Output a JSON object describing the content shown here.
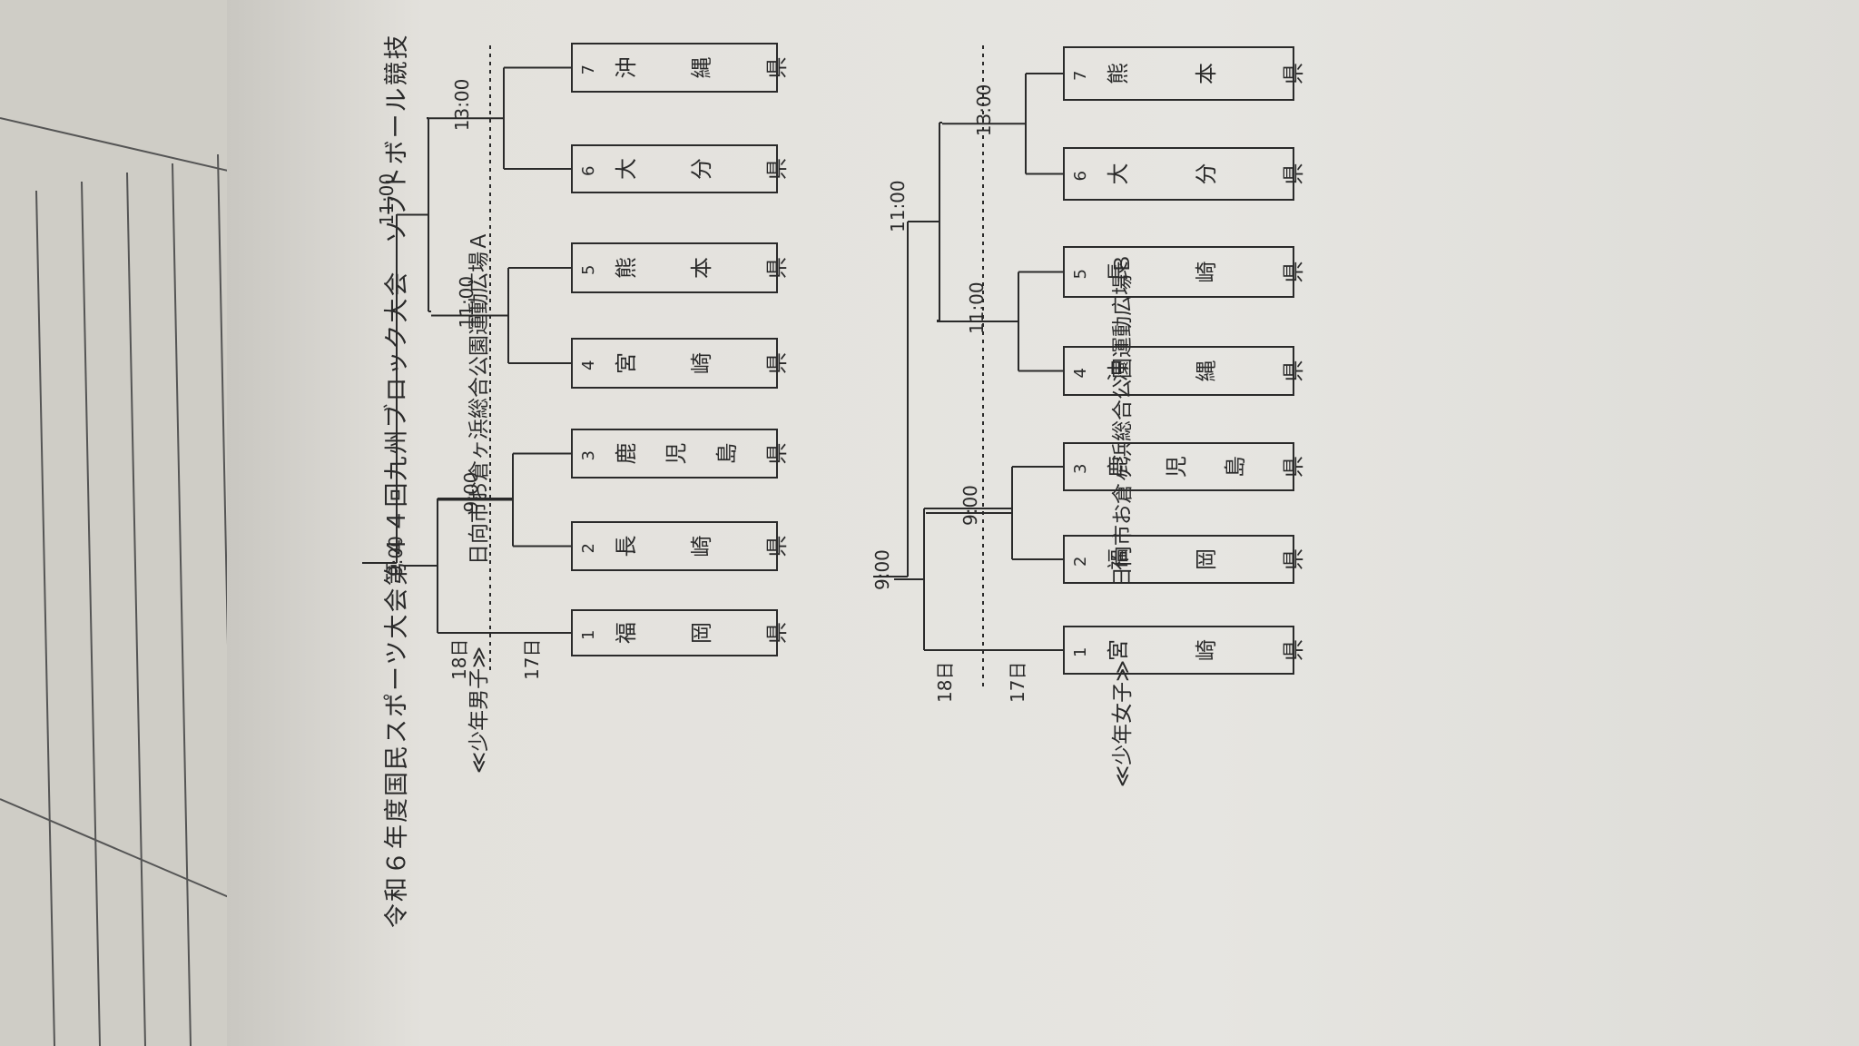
{
  "header": {
    "title": "令和６年度国民スポーツ大会第４４回九州ブロック大会　ソフトボール競技"
  },
  "brackets": [
    {
      "category": "≪少年男子≫",
      "venue": "日向市お倉ヶ浜総合公園運動広場Ａ",
      "day_final": "18日",
      "day_first": "17日",
      "times": {
        "r1a": "9:00",
        "r1b": "11:00",
        "r1c": "13:00",
        "semi_left": "9:00",
        "semi_right": "11:00"
      },
      "teams": [
        {
          "num": "1",
          "name": [
            "福",
            "岡",
            "県"
          ]
        },
        {
          "num": "2",
          "name": [
            "長",
            "崎",
            "県"
          ]
        },
        {
          "num": "3",
          "name": [
            "鹿",
            "児",
            "島",
            "県"
          ]
        },
        {
          "num": "4",
          "name": [
            "宮",
            "崎",
            "県"
          ]
        },
        {
          "num": "5",
          "name": [
            "熊",
            "本",
            "県"
          ]
        },
        {
          "num": "6",
          "name": [
            "大",
            "分",
            "県"
          ]
        },
        {
          "num": "7",
          "name": [
            "沖",
            "縄",
            "県"
          ]
        }
      ]
    },
    {
      "category": "≪少年女子≫",
      "venue": "日向市お倉ヶ浜総合公園運動広場Ｂ",
      "day_final": "18日",
      "day_first": "17日",
      "times": {
        "r1a": "9:00",
        "r1b": "11:00",
        "r1c": "13:00",
        "semi_left": "9:00",
        "semi_right": "11:00"
      },
      "teams": [
        {
          "num": "1",
          "name": [
            "宮",
            "崎",
            "県"
          ]
        },
        {
          "num": "2",
          "name": [
            "福",
            "岡",
            "県"
          ]
        },
        {
          "num": "3",
          "name": [
            "鹿",
            "児",
            "島",
            "県"
          ]
        },
        {
          "num": "4",
          "name": [
            "沖",
            "縄",
            "県"
          ]
        },
        {
          "num": "5",
          "name": [
            "長",
            "崎",
            "県"
          ]
        },
        {
          "num": "6",
          "name": [
            "大",
            "分",
            "県"
          ]
        },
        {
          "num": "7",
          "name": [
            "熊",
            "本",
            "県"
          ]
        }
      ]
    }
  ],
  "colors": {
    "ink": "#2a2a2a",
    "paper": "#e4e3df"
  }
}
